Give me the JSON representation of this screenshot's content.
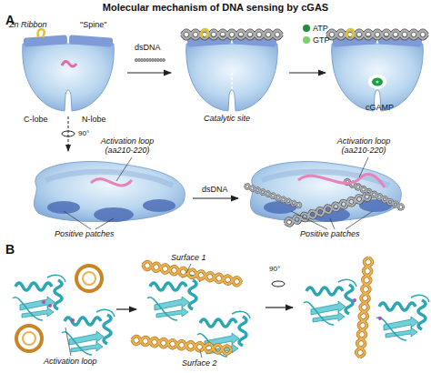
{
  "diagram": {
    "title": "Molecular mechanism of DNA sensing by cGAS",
    "labels": [
      "A",
      "Zn Ribbon",
      "\"Spine\"",
      "C-lobe",
      "N-lobe",
      "dsDNA",
      "Catalytic site",
      "ATP",
      "GTP",
      "cGAMP",
      "90°",
      "Activation loop (aa210-220)",
      "Positive patches",
      "dsDNA",
      "Activation loop (aa210-220)",
      "Positive patches",
      "B",
      "Activation loop",
      "Surface 1",
      "Surface 2",
      "90°"
    ]
  }
}
